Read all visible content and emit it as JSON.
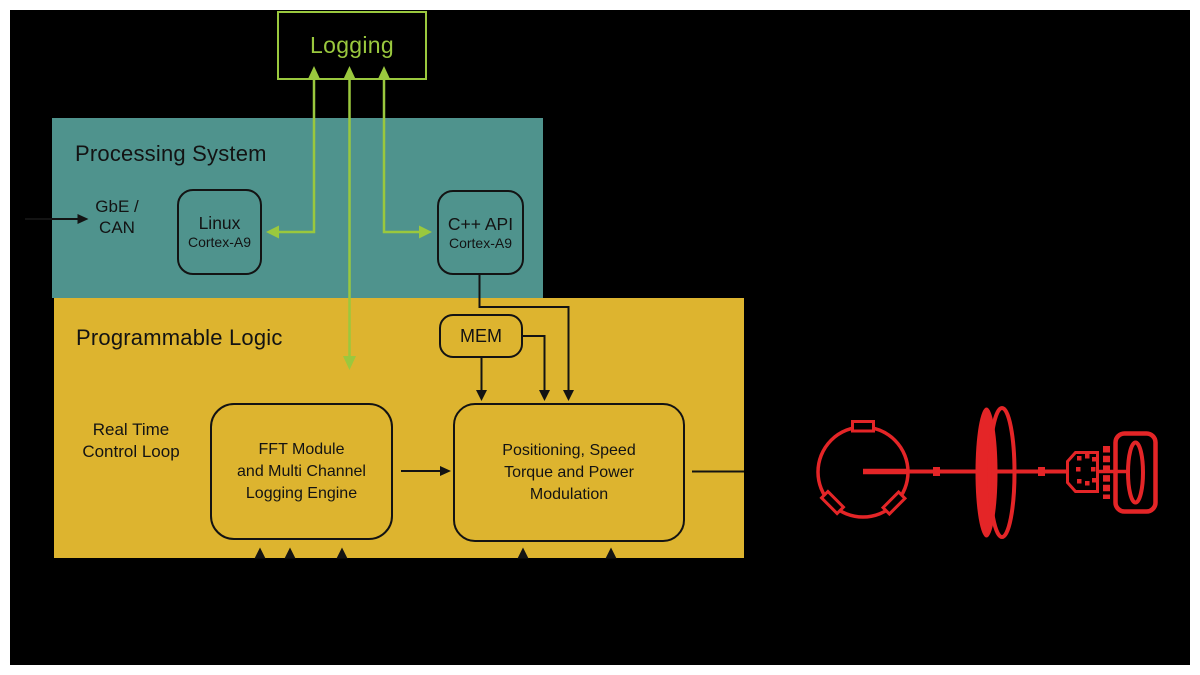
{
  "colors": {
    "background": "#000000",
    "frame": "#FFFFFF",
    "teal_panel": "#4F938D",
    "yellow_panel": "#DDB42F",
    "green_accent": "#9AC83E",
    "red_accent": "#E42527",
    "line": "#131313"
  },
  "logging": {
    "label": "Logging"
  },
  "processing_system": {
    "title": "Processing System",
    "gbe": {
      "line1": "GbE /",
      "line2": "CAN"
    },
    "linux": {
      "name": "Linux",
      "core": "Cortex-A9"
    },
    "cpp_api": {
      "name": "C++ API",
      "core": "Cortex-A9"
    }
  },
  "programmable_logic": {
    "title": "Programmable Logic",
    "mem": {
      "label": "MEM"
    },
    "realtime": {
      "line1": "Real Time",
      "line2": "Control Loop"
    },
    "fft": {
      "line1": "FFT Module",
      "line2": "and Multi Channel",
      "line3": "Logging Engine"
    },
    "positioning": {
      "line1": "Positioning, Speed",
      "line2": "Torque and Power",
      "line3": "Modulation"
    }
  }
}
